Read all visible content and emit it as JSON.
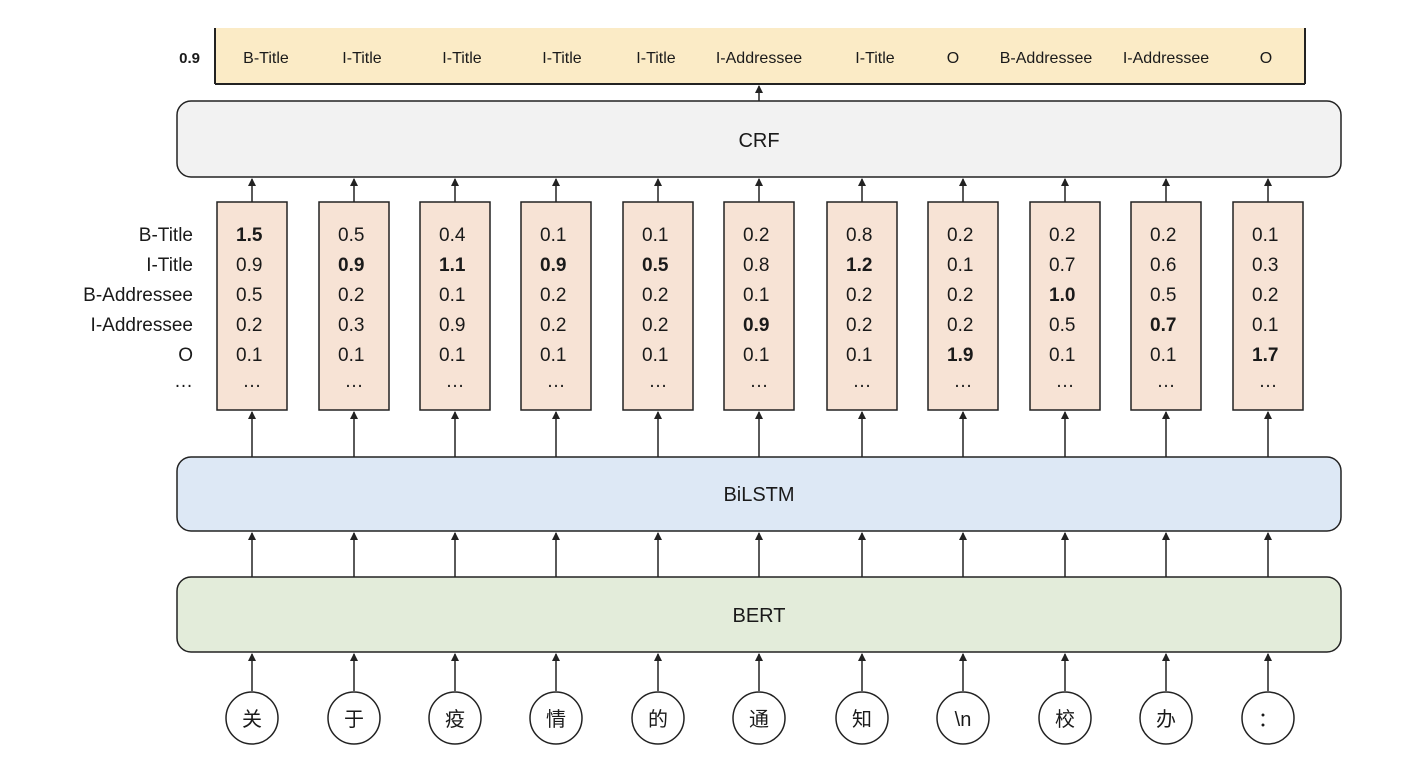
{
  "output_row": {
    "score": "0.9",
    "tags": [
      "B-Title",
      "I-Title",
      "I-Title",
      "I-Title",
      "I-Title",
      "I-Addressee",
      "I-Title",
      "O",
      "B-Addressee",
      "I-Addressee",
      "O"
    ]
  },
  "layers": {
    "crf": "CRF",
    "bilstm": "BiLSTM",
    "bert": "BERT"
  },
  "emission_labels": [
    "B-Title",
    "I-Title",
    "B-Addressee",
    "I-Addressee",
    "O",
    "…"
  ],
  "columns": [
    {
      "values": [
        "1.5",
        "0.9",
        "0.5",
        "0.2",
        "0.1",
        "…"
      ],
      "bold": 0
    },
    {
      "values": [
        "0.5",
        "0.9",
        "0.2",
        "0.3",
        "0.1",
        "…"
      ],
      "bold": 1
    },
    {
      "values": [
        "0.4",
        "1.1",
        "0.1",
        "0.9",
        "0.1",
        "…"
      ],
      "bold": 1
    },
    {
      "values": [
        "0.1",
        "0.9",
        "0.2",
        "0.2",
        "0.1",
        "…"
      ],
      "bold": 1
    },
    {
      "values": [
        "0.1",
        "0.5",
        "0.2",
        "0.2",
        "0.1",
        "…"
      ],
      "bold": 1
    },
    {
      "values": [
        "0.2",
        "0.8",
        "0.1",
        "0.9",
        "0.1",
        "…"
      ],
      "bold": 3
    },
    {
      "values": [
        "0.8",
        "1.2",
        "0.2",
        "0.2",
        "0.1",
        "…"
      ],
      "bold": 1
    },
    {
      "values": [
        "0.2",
        "0.1",
        "0.2",
        "0.2",
        "1.9",
        "…"
      ],
      "bold": 4
    },
    {
      "values": [
        "0.2",
        "0.7",
        "1.0",
        "0.5",
        "0.1",
        "…"
      ],
      "bold": 2
    },
    {
      "values": [
        "0.2",
        "0.6",
        "0.5",
        "0.7",
        "0.1",
        "…"
      ],
      "bold": 3
    },
    {
      "values": [
        "0.1",
        "0.3",
        "0.2",
        "0.1",
        "1.7",
        "…"
      ],
      "bold": 4
    }
  ],
  "tokens": [
    "关",
    "于",
    "疫",
    "情",
    "的",
    "通",
    "知",
    "\\n",
    "校",
    "办",
    "："
  ],
  "colors": {
    "output_fill": "#fbebc6",
    "crf_fill": "#f2f2f2",
    "emission_fill": "#f7e3d5",
    "bilstm_fill": "#dde8f5",
    "bert_fill": "#e3ecda",
    "stroke": "#222222"
  }
}
